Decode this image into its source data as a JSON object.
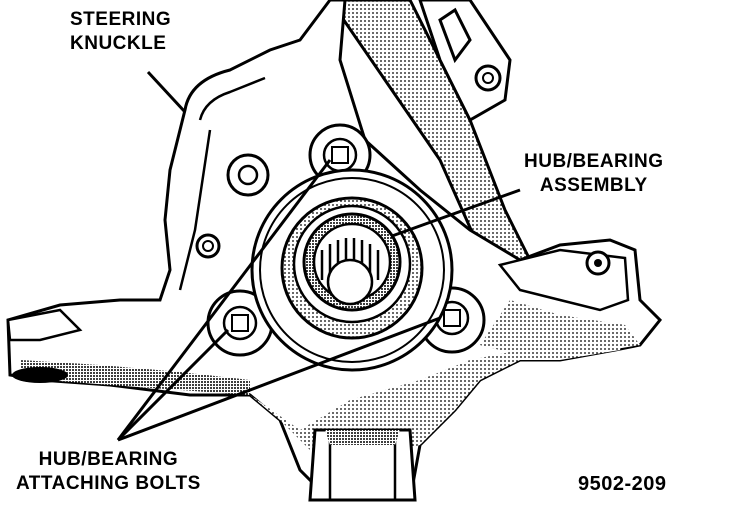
{
  "labels": {
    "steering_knuckle": [
      "STEERING",
      "KNUCKLE"
    ],
    "hub_bearing_assembly": [
      "HUB/BEARING",
      "ASSEMBLY"
    ],
    "attaching_bolts": [
      "HUB/BEARING",
      "ATTACHING BOLTS"
    ],
    "figure_number": "9502-209"
  },
  "colors": {
    "ink": "#000000",
    "paper": "#ffffff"
  }
}
